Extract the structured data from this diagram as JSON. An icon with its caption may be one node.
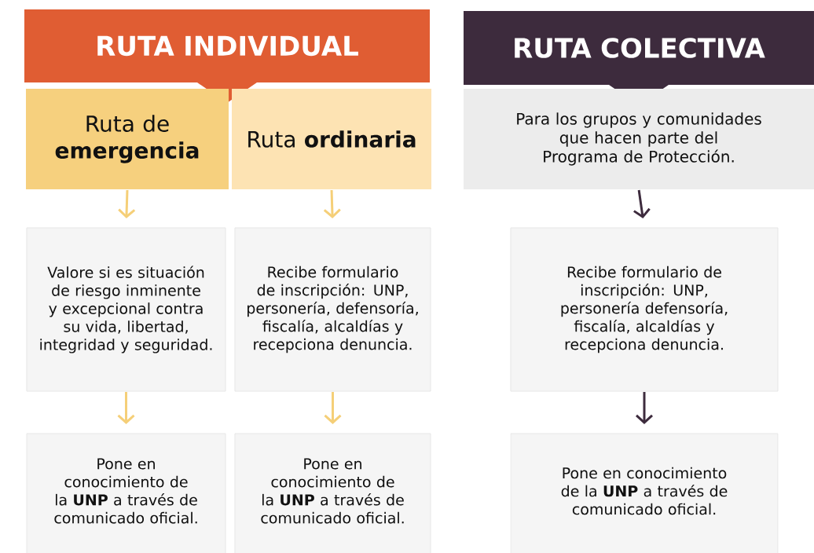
{
  "diagram": {
    "nodes": [
      {
        "text": [
          "RUTA INDIVIDUAL"
        ]
      },
      {
        "text": [
          "Ruta de **emergencia**"
        ]
      },
      {
        "text": [
          "Ruta **ordinaria**"
        ]
      },
      {
        "text": [
          "RUTA COLECTIVA"
        ]
      },
      {
        "text": [
          "Para los grupos y comunidades que hacen parte del Programa de Protección."
        ]
      },
      {
        "text": [
          "Valore si es situación de riesgo inminente y excepcional contra su vida, libertad, integridad y seguridad."
        ]
      },
      {
        "text": [
          "Recibe formulario de inscripción: UNP, personería, defensoría, fiscalía, alcaldías y recepciona denuncia."
        ]
      },
      {
        "text": [
          "Recibe formulario de inscripción: UNP, personería defensoría, fiscalía, alcaldías y recepciona denuncia."
        ]
      },
      {
        "text": [
          "Pone en conocimiento de la **UNP** a través de comunicado oficial."
        ]
      },
      {
        "text": [
          "Pone en conocimiento de la **UNP** a través de comunicado oficial."
        ]
      },
      {
        "text": [
          "Pone en conocimiento de la **UNP** a través de comunicado oficial."
        ]
      }
    ],
    "edges": [
      {
        "from": 1,
        "to": 5,
        "arrow": "to"
      },
      {
        "from": 2,
        "to": 6,
        "arrow": "to"
      },
      {
        "from": 4,
        "to": 7,
        "arrow": "to",
        "color": "#3d2b3d"
      },
      {
        "from": 5,
        "to": 8,
        "arrow": "to"
      },
      {
        "from": 6,
        "to": 9,
        "arrow": "to"
      },
      {
        "from": 7,
        "to": 10,
        "arrow": "to",
        "color": "#3d2b3d"
      }
    ]
  }
}
